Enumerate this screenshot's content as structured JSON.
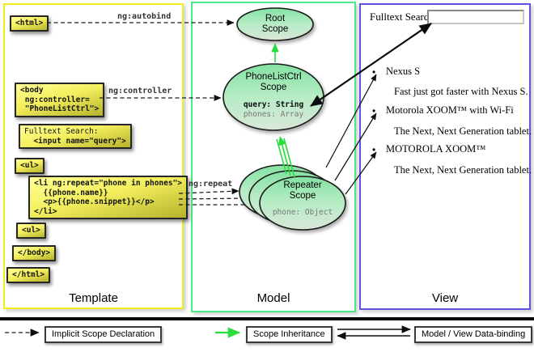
{
  "titles": {
    "template": "Template",
    "model": "Model",
    "view": "View"
  },
  "code": {
    "html_open": "<html>",
    "body_open": [
      "<body",
      " ng:controller=",
      " \"PhoneListCtrl\">"
    ],
    "fulltext": [
      "Fulltext Search:",
      "  <input name=\"query\">"
    ],
    "ul_open": "<ul>",
    "li": [
      "<li ng:repeat=\"phone in phones\">",
      "  {{phone.name}}",
      "  <p>{{phone.snippet}}</p>",
      "</li>"
    ],
    "ul_close": "<ul>",
    "body_close": "</body>",
    "html_close": "</html>"
  },
  "directives": {
    "autobind": "ng:autobind",
    "controller": "ng:controller",
    "repeat": "ng:repeat"
  },
  "scopes": {
    "root": {
      "line1": "Root",
      "line2": "Scope"
    },
    "phonelist": {
      "line1": "PhoneListCtrl",
      "line2": "Scope",
      "prop1": "query: String",
      "prop2": "phones: Array"
    },
    "repeater": {
      "line1": "Repeater",
      "line2": "Scope",
      "prop1": "phone: Object"
    }
  },
  "view": {
    "search_label": "Fulltext Search:",
    "search_value": "",
    "bullet": "•",
    "items": [
      {
        "title": "Nexus S",
        "desc": "Fast just got faster with Nexus S."
      },
      {
        "title": "Motorola XOOM™  with Wi-Fi",
        "desc": "The Next, Next Generation tablet."
      },
      {
        "title": "MOTOROLA XOOM™",
        "desc": "The Next, Next Generation tablet."
      }
    ]
  },
  "legend": {
    "implicit": "Implicit Scope Declaration",
    "inheritance": "Scope Inheritance",
    "binding": "Model / View Data-binding"
  },
  "colors": {
    "template_border": "#f2ee1a",
    "model_border": "#4be98a",
    "view_border": "#6153e2",
    "scope_fill_top": "#84e2a2",
    "scope_fill_bottom": "#d9e7d8",
    "code_box_top": "#ffff96",
    "code_box_bottom": "#b6b22c",
    "inheritance_green": "#28dd3c"
  }
}
